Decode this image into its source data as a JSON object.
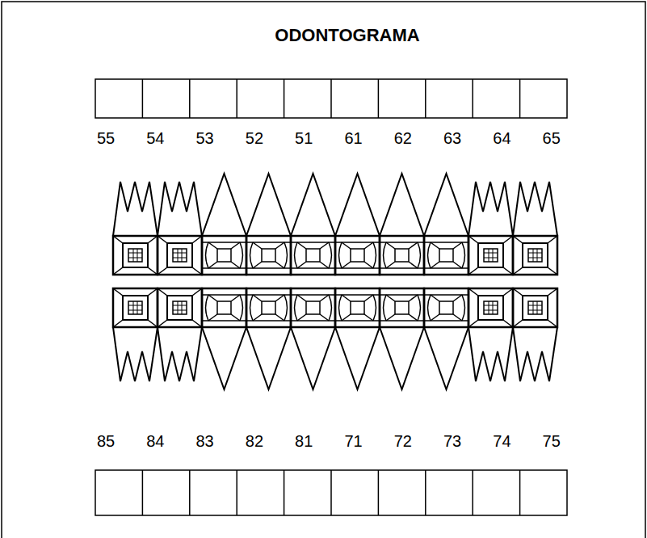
{
  "diagram": {
    "title": "ODONTOGRAMA",
    "labels": [
      "55",
      "54",
      "53",
      "52",
      "51",
      "61",
      "62",
      "63",
      "64",
      "65",
      "85",
      "84",
      "83",
      "82",
      "81",
      "71",
      "72",
      "73",
      "74",
      "75"
    ]
  }
}
